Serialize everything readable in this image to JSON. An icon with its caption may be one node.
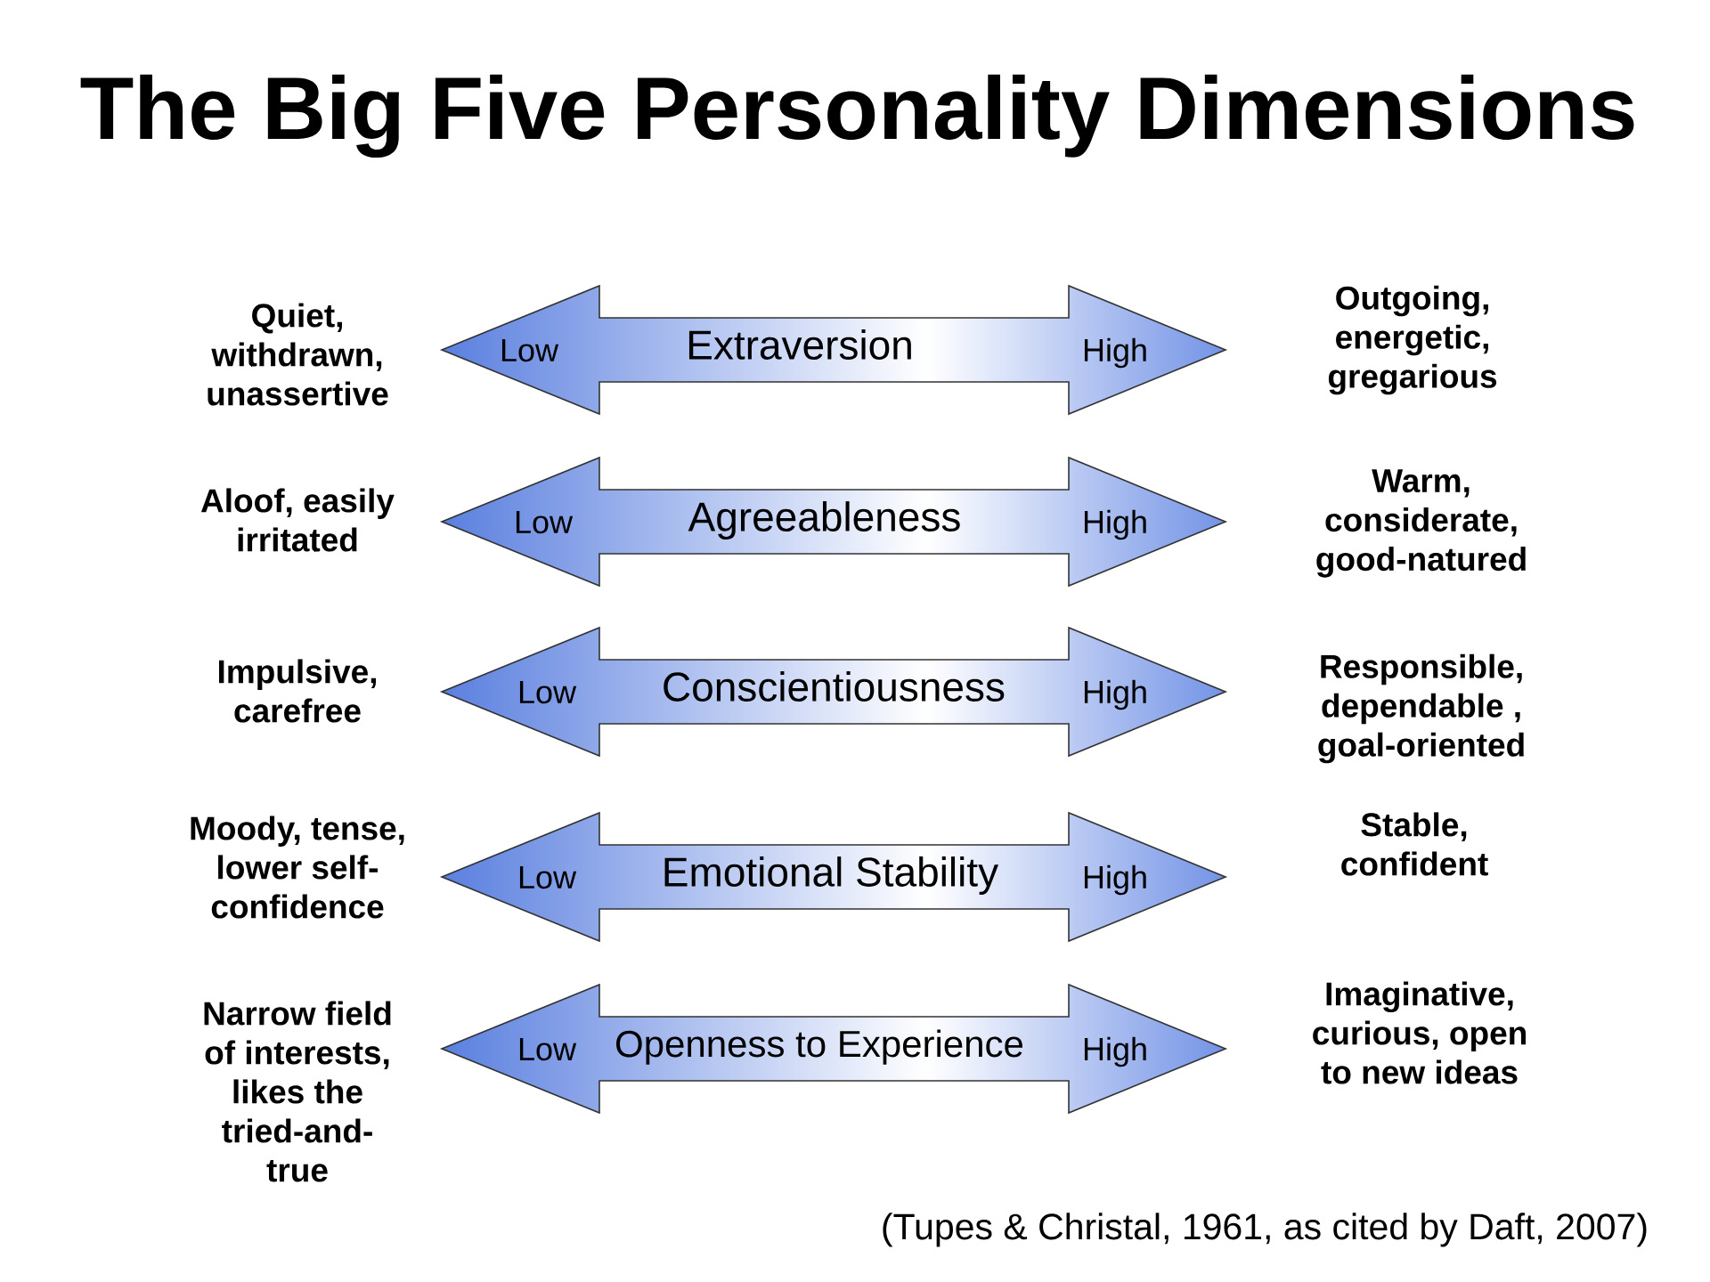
{
  "diagram": {
    "title": "The Big Five Personality Dimensions",
    "caption": "(Tupes & Christal, 1961, as cited by Daft, 2007)",
    "nodes": [
      {
        "text": [
          "Low",
          "Extraversion",
          "High"
        ],
        "beside": [
          "Quiet, withdrawn, unassertive",
          "Outgoing, energetic, gregarious"
        ]
      },
      {
        "text": [
          "Low",
          "Agreeableness",
          "High"
        ],
        "beside": [
          "Aloof, easily irritated",
          "Warm, considerate, good-natured"
        ]
      },
      {
        "text": [
          "Low",
          "Conscientiousness",
          "High"
        ],
        "beside": [
          "Impulsive, carefree",
          "Responsible, dependable , goal-oriented"
        ]
      },
      {
        "text": [
          "Low",
          "Emotional Stability",
          "High"
        ],
        "beside": [
          "Moody, tense, lower self-confidence",
          "Stable, confident"
        ]
      },
      {
        "text": [
          "Low",
          "Openness to Experience",
          "High"
        ],
        "beside": [
          "Narrow field of interests, likes the tried-and-true",
          "Imaginative, curious, open to new ideas"
        ]
      }
    ]
  }
}
